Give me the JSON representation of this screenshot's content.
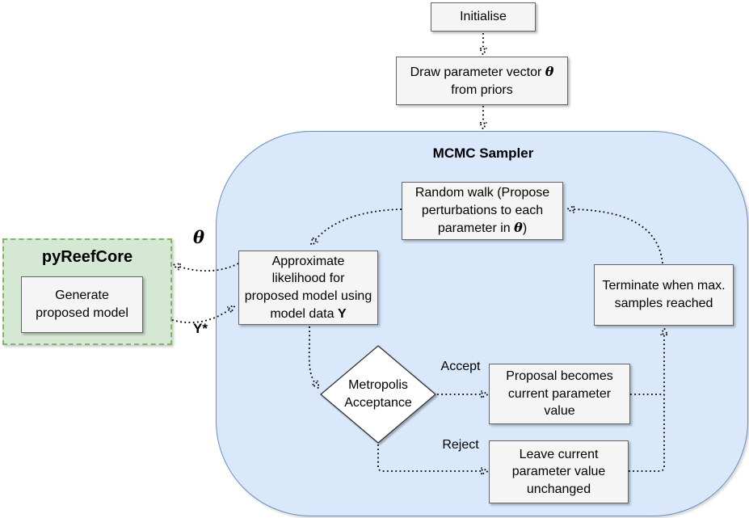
{
  "diagram": {
    "title": "MCMC Sampler",
    "nodes": {
      "initialise": {
        "label": "Initialise"
      },
      "draw_params": {
        "prefix": "Draw parameter vector",
        "symbol": "θ",
        "suffix": "from priors"
      },
      "random_walk": {
        "prefix": "Random walk (Propose perturbations to each parameter in",
        "symbol": "θ",
        "close": ")"
      },
      "approx_likelihood": {
        "prefix": "Approximate likelihood for proposed model using model data",
        "symbol": "Y"
      },
      "terminate": {
        "label": "Terminate when max. samples reached"
      },
      "metropolis": {
        "line1": "Metropolis",
        "line2": "Acceptance"
      },
      "proposal": {
        "label": "Proposal becomes current parameter value"
      },
      "leave": {
        "label": "Leave current parameter value unchanged"
      },
      "pyreefcore": {
        "title": "pyReefCore",
        "inner_label": "Generate proposed model"
      }
    },
    "edge_labels": {
      "theta": "θ",
      "y_star": "Y*",
      "accept": "Accept",
      "reject": "Reject"
    },
    "colors": {
      "container_fill": "#dae8fc",
      "container_stroke": "#6c8ebf",
      "pyreef_fill": "#d5e8d4",
      "pyreef_stroke": "#82b366",
      "box_fill": "#f5f5f5",
      "box_stroke": "#666666",
      "diamond_fill": "#ffffff",
      "diamond_stroke": "#333333",
      "edge": "#000000"
    }
  }
}
